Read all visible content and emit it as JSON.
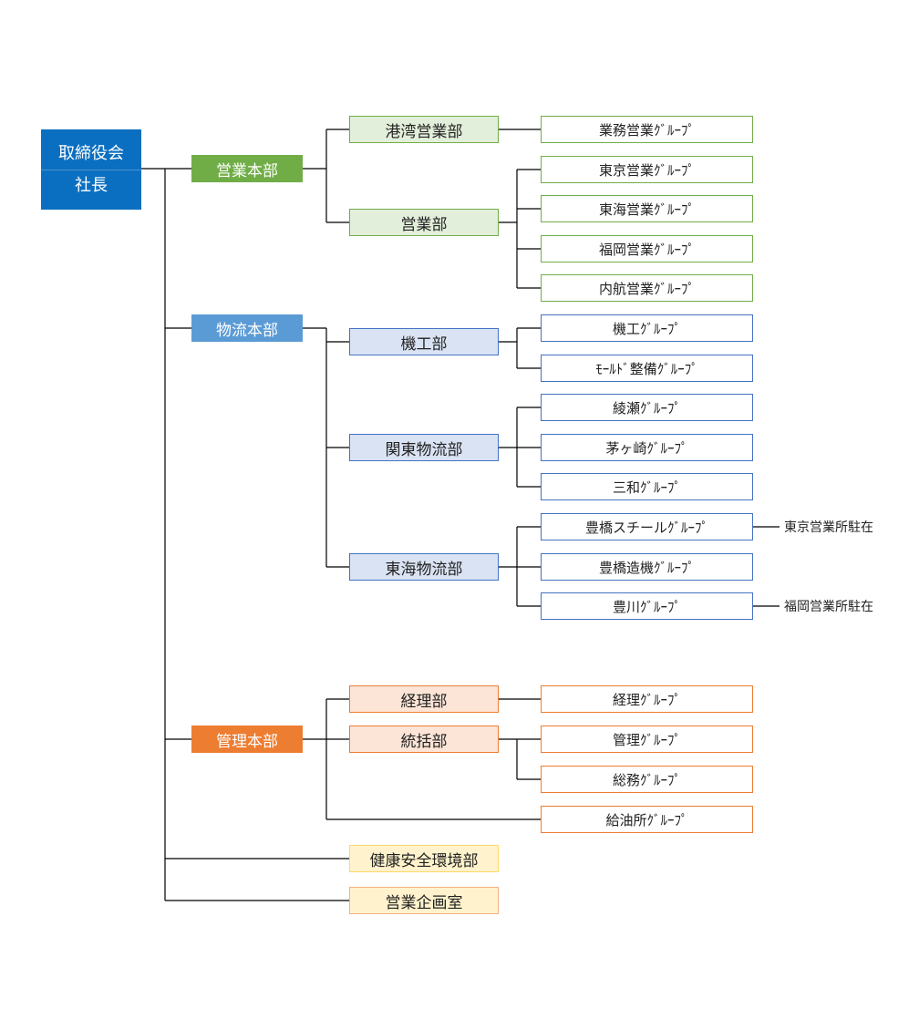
{
  "ceo": {
    "line1": "取締役会",
    "line2": "社長"
  },
  "hq": {
    "sales": "営業本部",
    "logistics": "物流本部",
    "admin": "管理本部"
  },
  "depts": {
    "port_sales": "港湾営業部",
    "sales": "営業部",
    "machinery": "機工部",
    "kanto_logistics": "関東物流部",
    "tokai_logistics": "東海物流部",
    "accounting": "経理部",
    "control": "統括部",
    "hse": "健康安全環境部",
    "sales_planning": "営業企画室"
  },
  "groups": {
    "business_sales": "業務営業ｸﾞﾙｰﾌﾟ",
    "tokyo_sales": "東京営業ｸﾞﾙｰﾌﾟ",
    "tokai_sales": "東海営業ｸﾞﾙｰﾌﾟ",
    "fukuoka_sales": "福岡営業ｸﾞﾙｰﾌﾟ",
    "coastal_sales": "内航営業ｸﾞﾙｰﾌﾟ",
    "machinery": "機工ｸﾞﾙｰﾌﾟ",
    "mold": "ﾓｰﾙﾄﾞ整備ｸﾞﾙｰﾌﾟ",
    "ayase": "綾瀬ｸﾞﾙｰﾌﾟ",
    "chigasaki": "茅ヶ崎ｸﾞﾙｰﾌﾟ",
    "sanwa": "三和ｸﾞﾙｰﾌﾟ",
    "toyohashi_steel": "豊橋スチールｸﾞﾙｰﾌﾟ",
    "toyohashi_zouki": "豊橋造機ｸﾞﾙｰﾌﾟ",
    "toyokawa": "豊川ｸﾞﾙｰﾌﾟ",
    "accounting": "経理ｸﾞﾙｰﾌﾟ",
    "management": "管理ｸﾞﾙｰﾌﾟ",
    "general_affairs": "総務ｸﾞﾙｰﾌﾟ",
    "fuel_station": "給油所ｸﾞﾙｰﾌﾟ"
  },
  "notes": {
    "tokyo_office": "東京営業所駐在",
    "fukuoka_office": "福岡営業所駐在"
  },
  "colors": {
    "ceo": "#0b6fc1",
    "sales": "#70ad47",
    "logistics": "#5b9bd5",
    "admin": "#ed7d31",
    "other": "#ffd966"
  }
}
